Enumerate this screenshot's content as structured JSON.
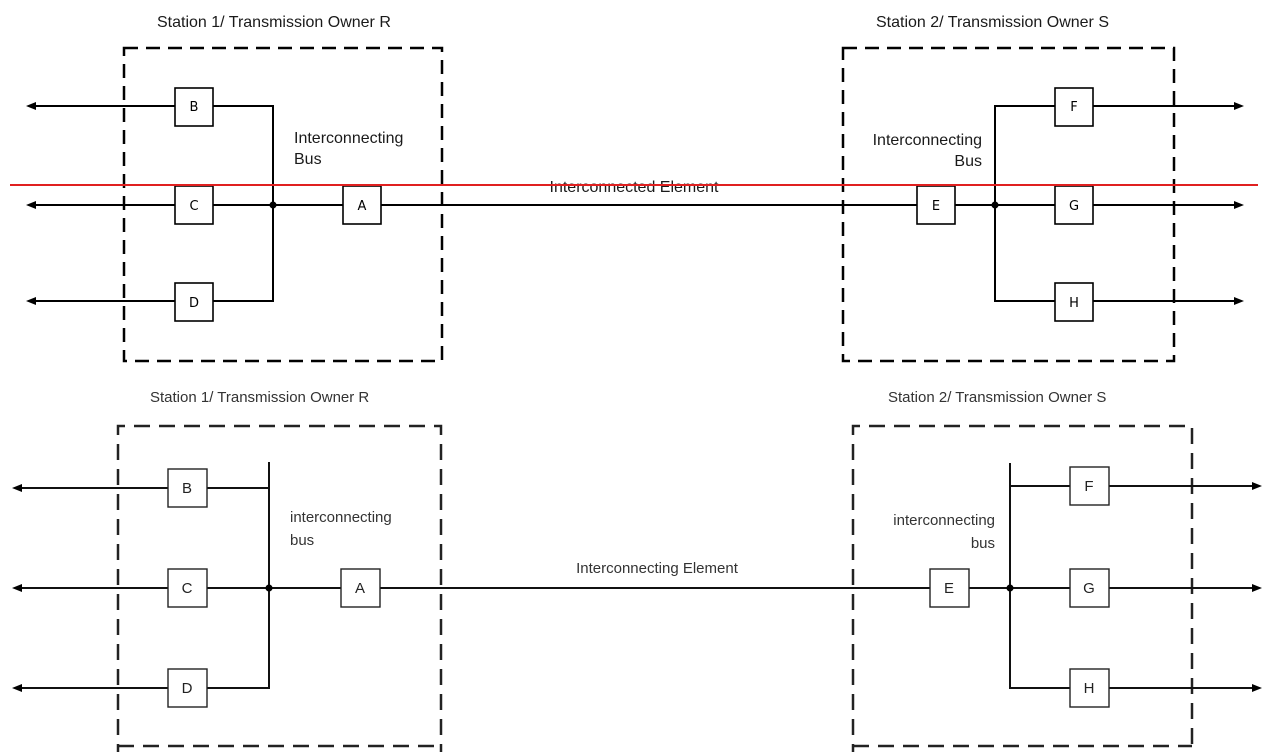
{
  "diagram_top": {
    "station1_title": "Station 1/ Transmission Owner R",
    "station2_title": "Station 2/ Transmission Owner S",
    "bus_label_left": [
      "Interconnecting",
      "Bus"
    ],
    "bus_label_right": [
      "Interconnecting",
      "Bus"
    ],
    "element_label": "Interconnected Element",
    "breakers": {
      "a": "A",
      "b": "B",
      "c": "C",
      "d": "D",
      "e": "E",
      "f": "F",
      "g": "G",
      "h": "H"
    },
    "highlight_color": "#e02020"
  },
  "diagram_bottom": {
    "station1_title": "Station 1/ Transmission Owner R",
    "station2_title": "Station 2/ Transmission Owner S",
    "bus_label_left": [
      "interconnecting",
      "bus"
    ],
    "bus_label_right": [
      "interconnecting",
      "bus"
    ],
    "element_label": "Interconnecting Element",
    "breakers": {
      "a": "A",
      "b": "B",
      "c": "C",
      "d": "D",
      "e": "E",
      "f": "F",
      "g": "G",
      "h": "H"
    }
  }
}
